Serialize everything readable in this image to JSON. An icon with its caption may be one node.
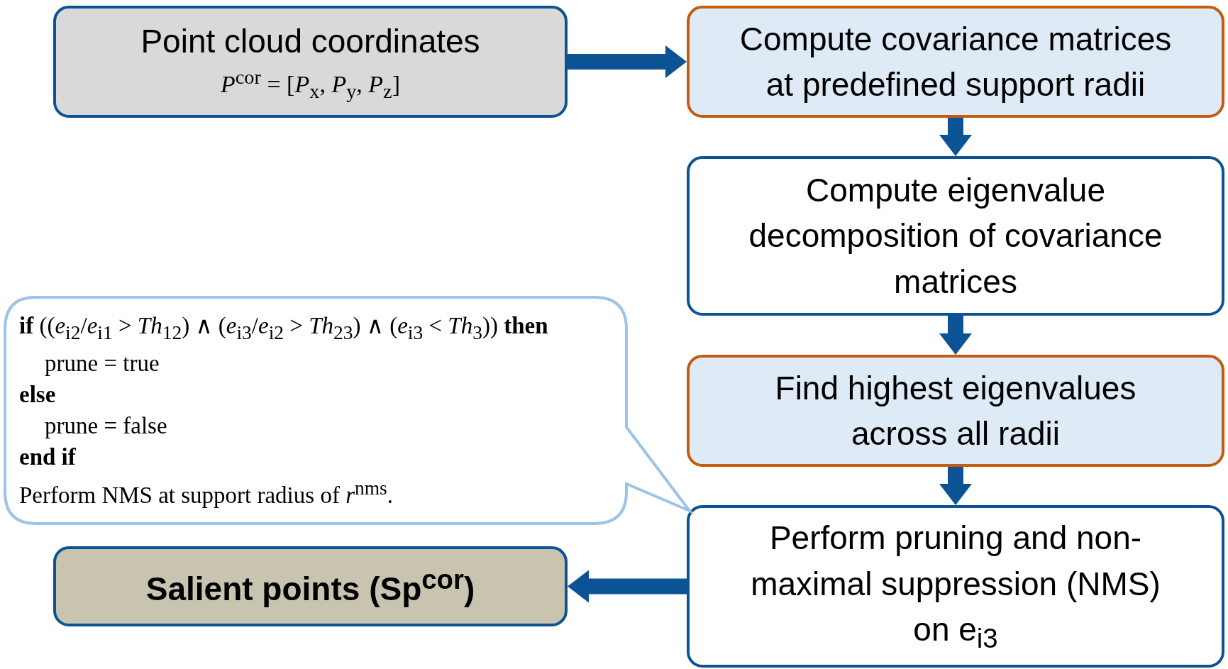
{
  "diagram": {
    "nodes": [
      {
        "text": [
          "Point cloud coordinates",
          "*P*$^{cor}$ = [*P*$_{x}$, *P*$_{y}$, *P*$_{z}$]"
        ]
      },
      {
        "text": [
          "Compute covariance matrices at predefined support radii"
        ]
      },
      {
        "text": [
          "Compute eigenvalue decomposition of covariance matrices"
        ]
      },
      {
        "text": [
          "Find highest eigenvalues across all radii"
        ]
      },
      {
        "text": [
          "Perform pruning and non-maximal suppression (NMS) on e$_{i3}$"
        ]
      },
      {
        "text": [
          "Salient points (Sp$^{cor}$)"
        ]
      },
      {
        "text": [
          "**if** ((*e*$_{i2}$/*e*$_{i1}$ > *Th*$_{12}$) ∧ (*e*$_{i3}$/*e*$_{i2}$ > *Th*$_{23}$) ∧ (*e*$_{i3}$ < *Th*$_{3}$)) **then**",
          "prune = true",
          "else",
          "prune = false",
          "end if",
          "Perform NMS at support radius of *r*$^{nms}$."
        ]
      }
    ],
    "edges": [
      {
        "from": 0,
        "to": 1,
        "arrow": "to"
      },
      {
        "from": 1,
        "to": 2,
        "arrow": "to"
      },
      {
        "from": 2,
        "to": 3,
        "arrow": "to"
      },
      {
        "from": 3,
        "to": 4,
        "arrow": "to"
      },
      {
        "from": 4,
        "to": 5,
        "arrow": "to"
      }
    ]
  }
}
